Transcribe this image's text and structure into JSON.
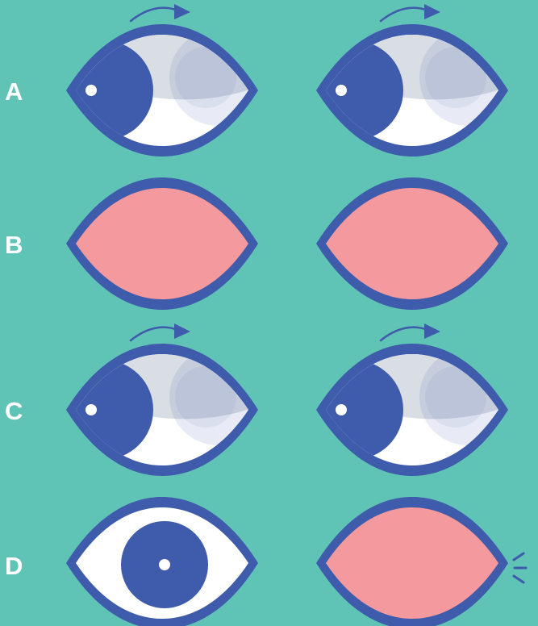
{
  "colors": {
    "background": "#5fc4b6",
    "outline": "#3f5bab",
    "sclera": "#ffffff",
    "eyelid_shade": "#d9dee4",
    "closed_lid": "#f4999d",
    "highlight": "#ffffff"
  },
  "rows": [
    {
      "label": "A",
      "left_eye": "looking-left",
      "right_eye": "looking-left",
      "arrows": true,
      "blink_marks": false
    },
    {
      "label": "B",
      "left_eye": "closed",
      "right_eye": "closed",
      "arrows": false,
      "blink_marks": false
    },
    {
      "label": "C",
      "left_eye": "looking-left",
      "right_eye": "looking-left",
      "arrows": true,
      "blink_marks": false
    },
    {
      "label": "D",
      "left_eye": "open-center",
      "right_eye": "closed",
      "arrows": false,
      "blink_marks": true
    }
  ]
}
